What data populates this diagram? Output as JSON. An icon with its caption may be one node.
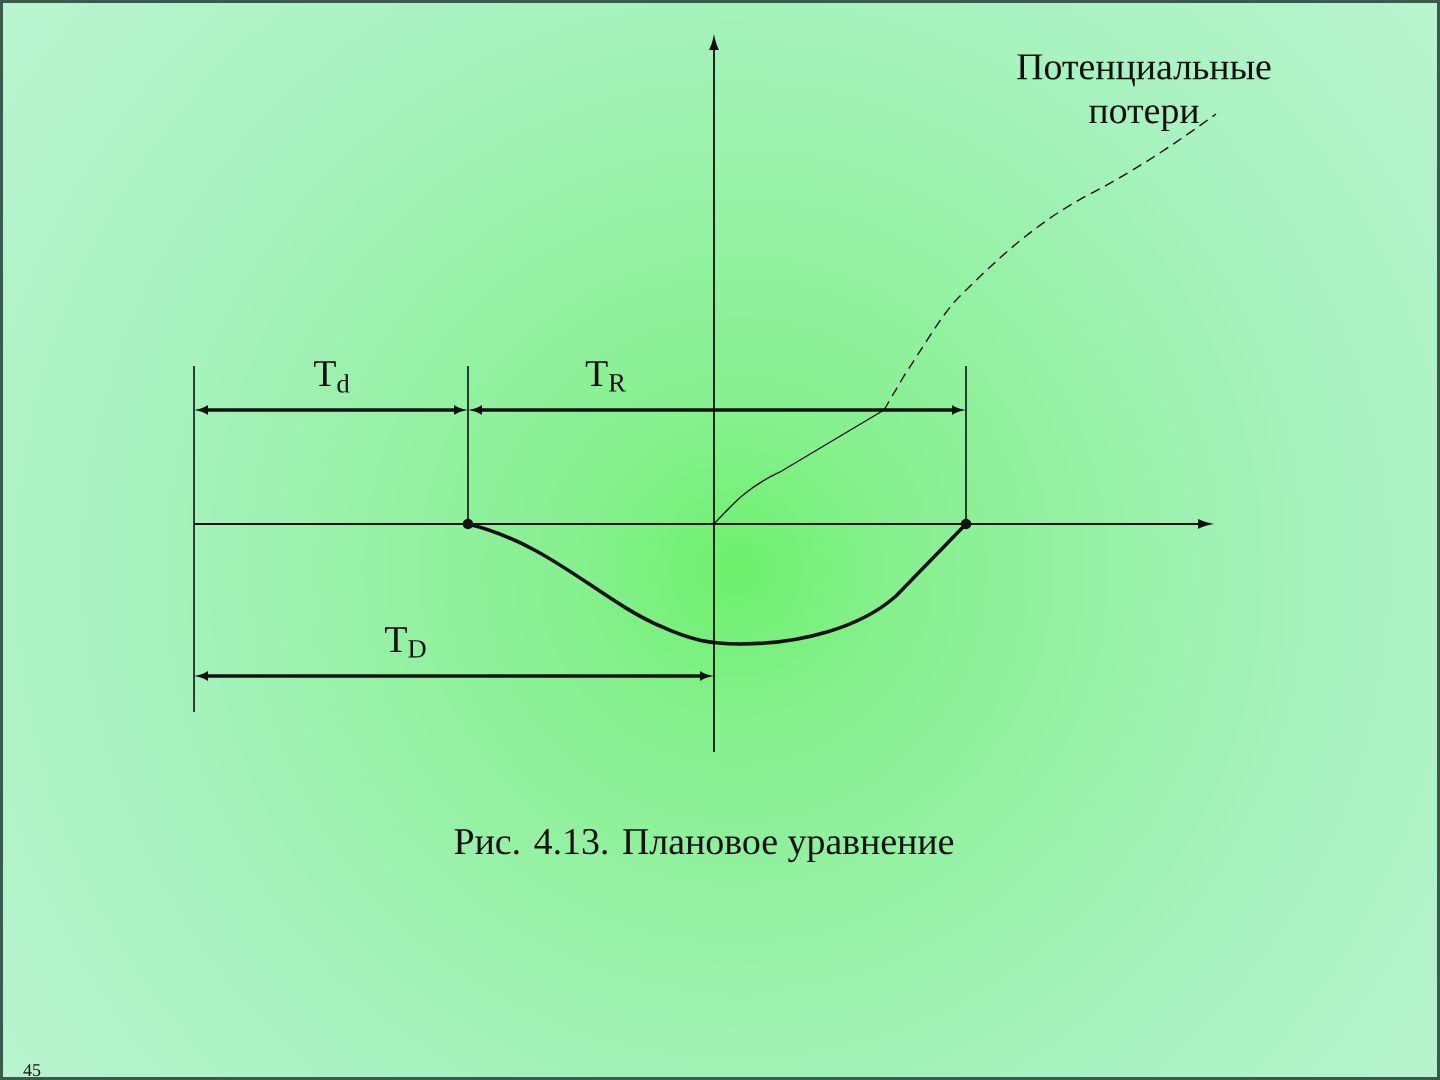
{
  "diagram": {
    "caption": "Рис. 4.13. Плановое уравнение",
    "labels": [
      "Потенциальные потери",
      "T$_{d}$",
      "T$_{R}$",
      "T$_{D}$",
      "45"
    ]
  }
}
